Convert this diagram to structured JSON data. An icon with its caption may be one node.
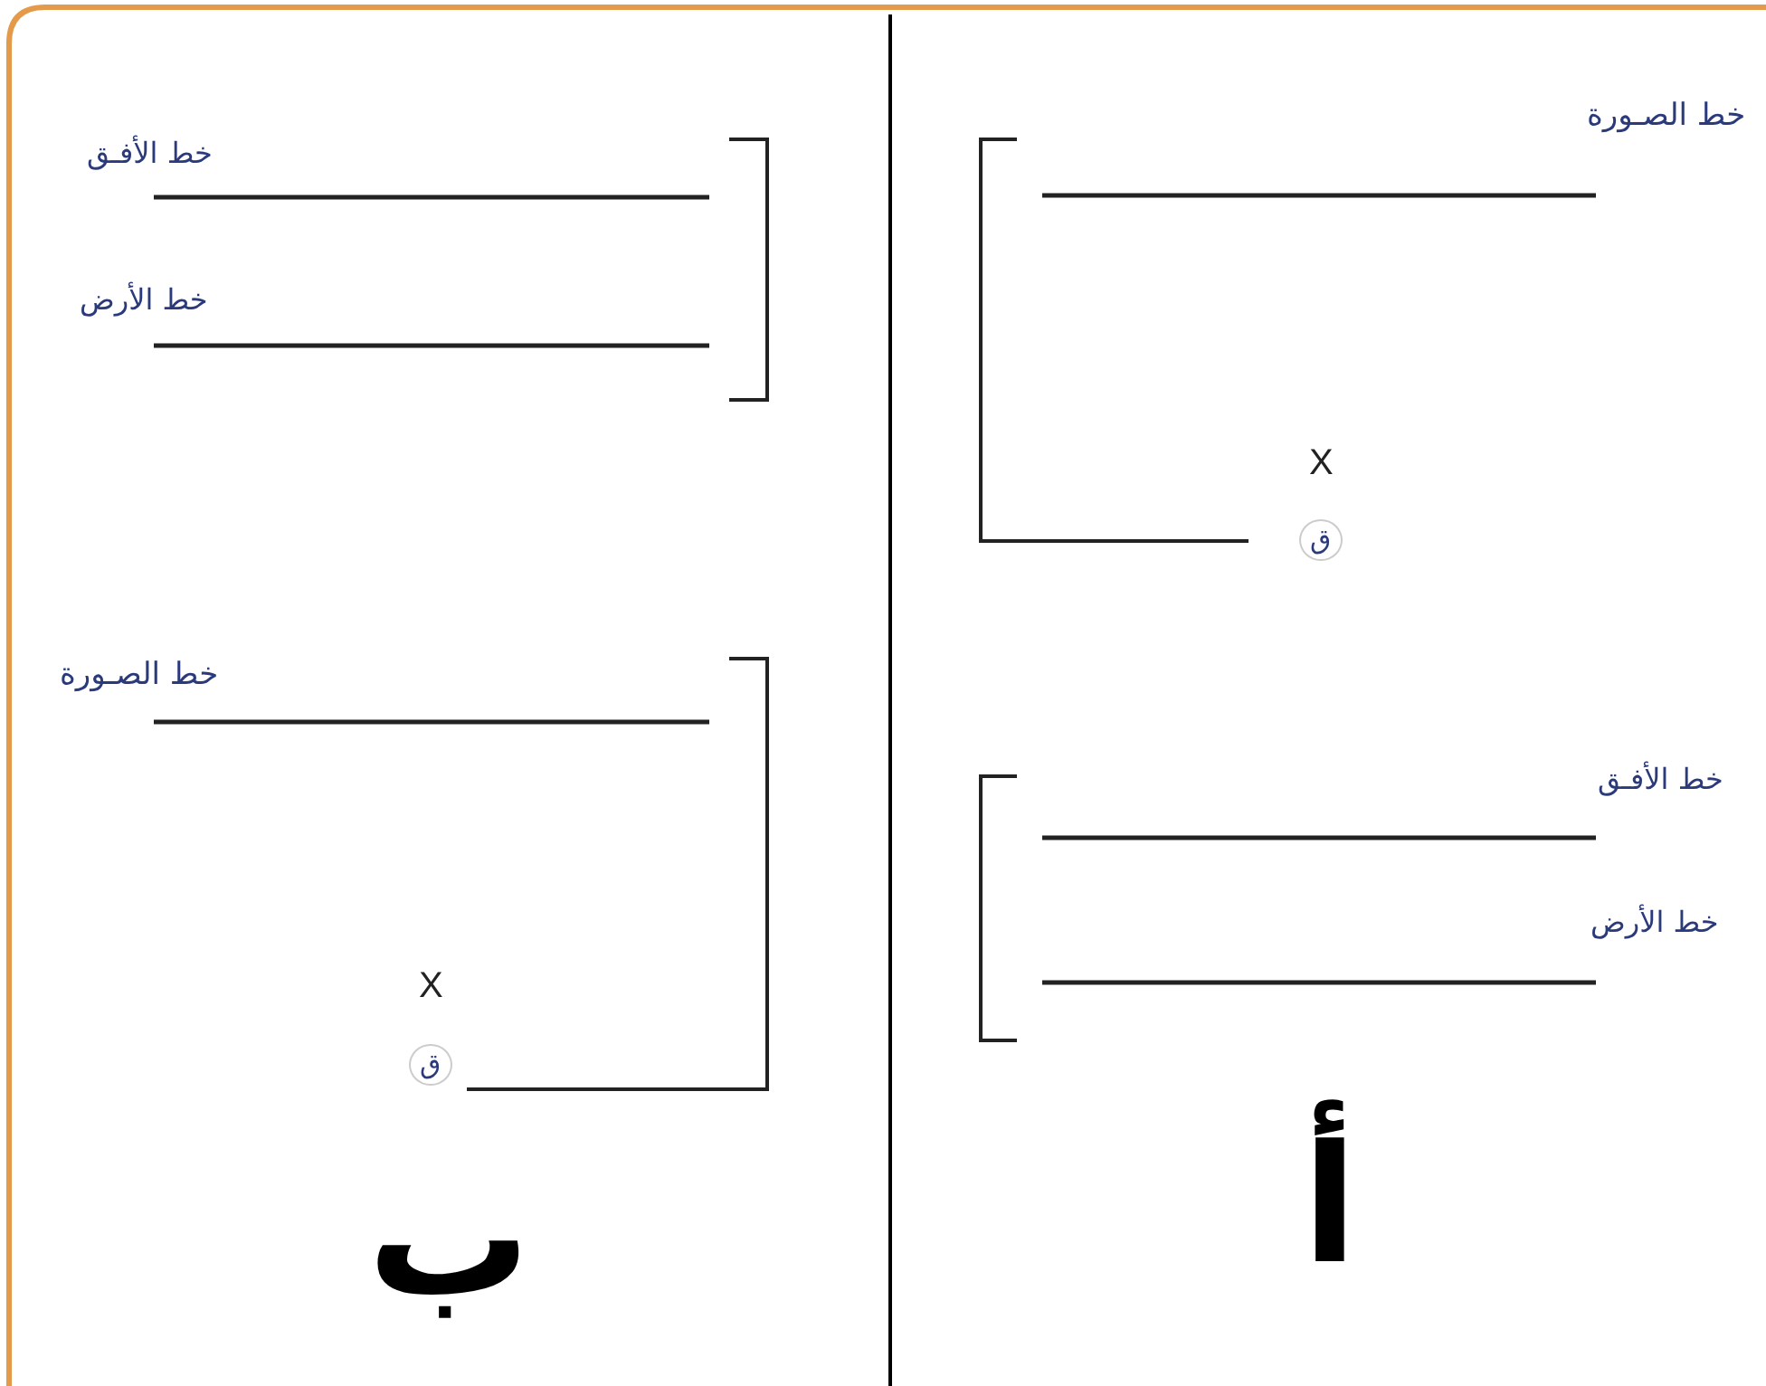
{
  "diagram": {
    "labels": [
      "خط الصـورة",
      "X",
      "ق",
      "خط الأفـق",
      "خط الأرض",
      "أ",
      "خط الأفـق",
      "خط الأرض",
      "خط الصـورة",
      "X",
      "ق",
      "ب"
    ]
  }
}
